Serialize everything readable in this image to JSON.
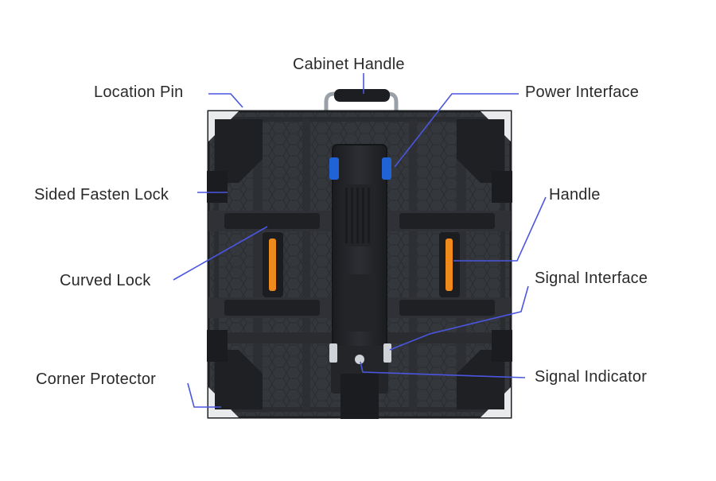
{
  "callouts": {
    "cabinet_handle": "Cabinet Handle",
    "location_pin": "Location Pin",
    "power_interface": "Power Interface",
    "sided_fasten_lock": "Sided Fasten Lock",
    "handle": "Handle",
    "curved_lock": "Curved Lock",
    "signal_interface": "Signal Interface",
    "corner_protector": "Corner Protector",
    "signal_indicator": "Signal Indicator"
  },
  "colors": {
    "leader_line": "#4a56e0",
    "cabinet_body": "#3a3d42",
    "cabinet_dark": "#232529",
    "connector_blue": "#1f63d6",
    "indicator_orange": "#f08a1c"
  }
}
